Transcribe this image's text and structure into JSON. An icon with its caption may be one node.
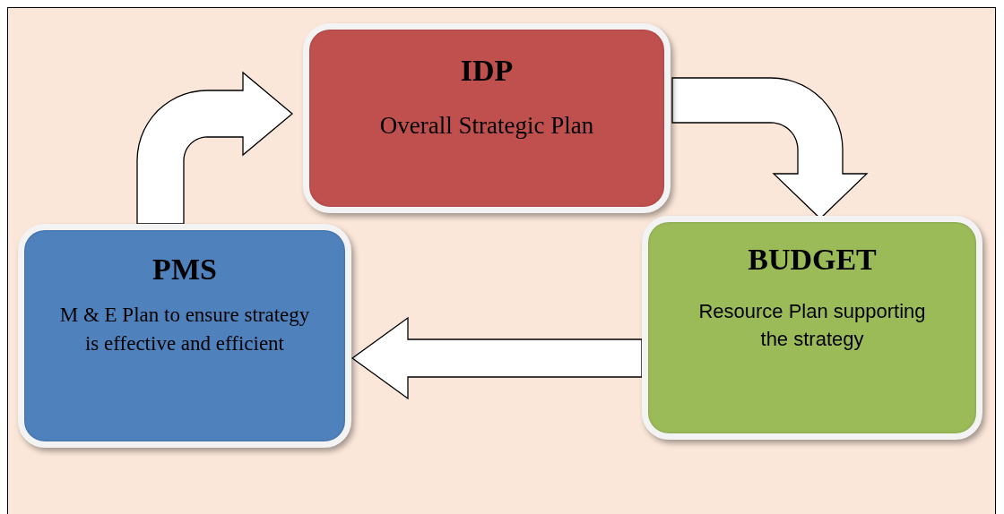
{
  "diagram": {
    "nodes": [
      {
        "text": [
          "IDP",
          "Overall Strategic Plan"
        ]
      },
      {
        "text": [
          "BUDGET",
          "Resource Plan supporting the strategy"
        ]
      },
      {
        "text": [
          "PMS",
          "M & E Plan to ensure strategy is effective and efficient"
        ]
      }
    ],
    "edges": [
      {
        "from": 0,
        "to": 1,
        "arrow": "to"
      },
      {
        "from": 1,
        "to": 2,
        "arrow": "to"
      },
      {
        "from": 2,
        "to": 0,
        "arrow": "to"
      }
    ]
  }
}
